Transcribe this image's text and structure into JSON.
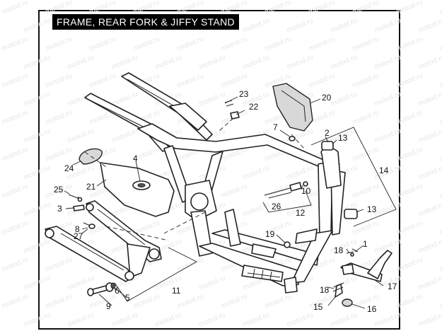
{
  "title": "FRAME, REAR FORK & JIFFY STAND",
  "watermark": "motod.ru",
  "callouts": [
    {
      "id": "c1",
      "text": "1"
    },
    {
      "id": "c2",
      "text": "2"
    },
    {
      "id": "c3",
      "text": "3"
    },
    {
      "id": "c4",
      "text": "4"
    },
    {
      "id": "c5",
      "text": "5"
    },
    {
      "id": "c6",
      "text": "6"
    },
    {
      "id": "c7",
      "text": "7"
    },
    {
      "id": "c8",
      "text": "8"
    },
    {
      "id": "c9",
      "text": "9"
    },
    {
      "id": "c10",
      "text": "10"
    },
    {
      "id": "c11",
      "text": "11"
    },
    {
      "id": "c12",
      "text": "12"
    },
    {
      "id": "c13a",
      "text": "13"
    },
    {
      "id": "c13b",
      "text": "13"
    },
    {
      "id": "c14",
      "text": "14"
    },
    {
      "id": "c15",
      "text": "15"
    },
    {
      "id": "c16",
      "text": "16"
    },
    {
      "id": "c17",
      "text": "17"
    },
    {
      "id": "c18a",
      "text": "18"
    },
    {
      "id": "c18b",
      "text": "18"
    },
    {
      "id": "c19",
      "text": "19"
    },
    {
      "id": "c20",
      "text": "20"
    },
    {
      "id": "c21",
      "text": "21"
    },
    {
      "id": "c22",
      "text": "22"
    },
    {
      "id": "c23",
      "text": "23"
    },
    {
      "id": "c24",
      "text": "24"
    },
    {
      "id": "c25",
      "text": "25"
    },
    {
      "id": "c26",
      "text": "26"
    },
    {
      "id": "c27",
      "text": "27"
    }
  ]
}
